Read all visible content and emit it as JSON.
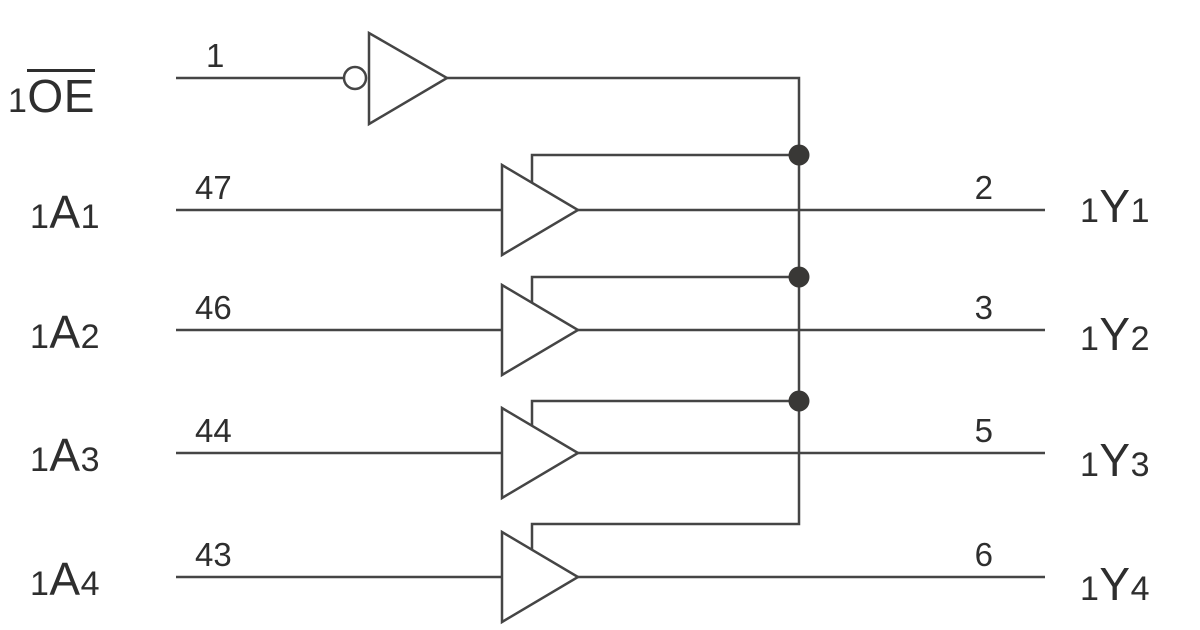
{
  "diagram": {
    "kind": "logic-schematic",
    "colors": {
      "wire": "#454545",
      "text": "#2e2e2e",
      "junction_dot": "#393836",
      "background": "#ffffff"
    },
    "enable": {
      "pin": "1",
      "label_prefix": "1",
      "label_name": "OE",
      "active_low": true
    },
    "channels": [
      {
        "input_prefix": "1",
        "input_name": "A",
        "input_index": "1",
        "input_pin": "47",
        "output_pin": "2",
        "output_prefix": "1",
        "output_name": "Y",
        "output_index": "1"
      },
      {
        "input_prefix": "1",
        "input_name": "A",
        "input_index": "2",
        "input_pin": "46",
        "output_pin": "3",
        "output_prefix": "1",
        "output_name": "Y",
        "output_index": "2"
      },
      {
        "input_prefix": "1",
        "input_name": "A",
        "input_index": "3",
        "input_pin": "44",
        "output_pin": "5",
        "output_prefix": "1",
        "output_name": "Y",
        "output_index": "3"
      },
      {
        "input_prefix": "1",
        "input_name": "A",
        "input_index": "4",
        "input_pin": "43",
        "output_pin": "6",
        "output_prefix": "1",
        "output_name": "Y",
        "output_index": "4"
      }
    ]
  }
}
